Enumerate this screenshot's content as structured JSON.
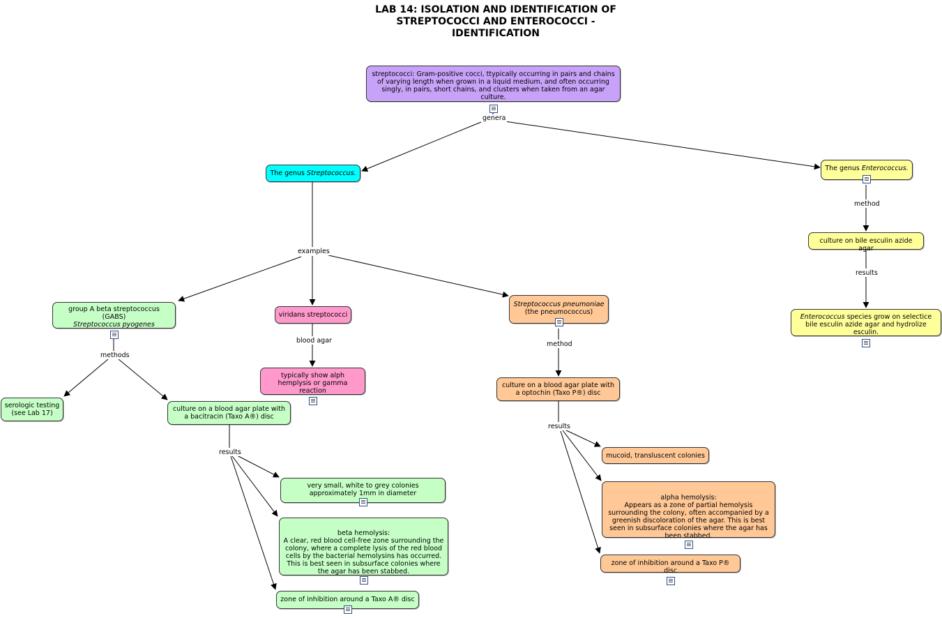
{
  "title": "LAB 14: ISOLATION AND IDENTIFICATION OF\nSTREPTOCOCCI AND ENTEROCOCCI -\nIDENTIFICATION",
  "nodes": {
    "root": "streptococci: Gram-positive cocci, ttypically occurring in pairs and chains of varying length when grown in a liquid medium, and often occurring singly, in pairs, short chains, and clusters when taken from an agar culture.",
    "genus_strep_pre": "The genus ",
    "genus_strep_it": "Streptococcus.",
    "genus_entero_pre": "The genus ",
    "genus_entero_it": "Enterococcus.",
    "bile_esculin": "culture on bile esculin azide agar",
    "entero_result_it": "Enterococcus",
    "entero_result": "  species grow on selectice bile esculin azide agar and hydrolize esculin.",
    "gabs_line1": "group A beta streptococcus (GABS)",
    "gabs_line2": "Streptococcus  pyogenes",
    "viridans": "viridans streptococci",
    "viridans_result": "typically show alph hemplysis or gamma reaction",
    "pneumo_it": "Streptococcus  pneumoniae",
    "pneumo_line2": "(the pneumococcus)",
    "optochin": "culture on a blood agar plate with a optochin (Taxo P®) disc",
    "serologic": "serologic testing (see Lab 17)",
    "bacitracin": "culture on a blood agar plate with a bacitracin (Taxo A®) disc",
    "small_colonies": "very small, white to grey colonies approximately 1mm in diameter",
    "beta_hemo": "beta hemolysis:\nA clear, red blood cell-free zone surrounding the colony, where a complete lysis of the red blood cells by the bacterial hemolysins has occurred. This is best seen in subsurface colonies where the agar has been stabbed.",
    "zone_a": "zone of inhibition around a Taxo A® disc",
    "mucoid": "mucoid, transluscent colonies",
    "alpha_hemo": "alpha hemolysis:\nAppears as a zone of partial hemolysis surrounding the colony, often accompanied by a greenish discoloration of the agar. This is best seen in subsurface colonies where the agar has been stabbed.",
    "zone_p": "zone of inhibition around a Taxo P® disc"
  },
  "links": {
    "genera": "genera",
    "examples": "examples",
    "method_entero": "method",
    "results_entero": "results",
    "methods_gabs": "methods",
    "blood_agar": "blood agar",
    "method_pneumo": "method",
    "results_gabs": "results",
    "results_pneumo": "results"
  },
  "colors": {
    "purple": "#c8a2f8",
    "cyan": "#00ffff",
    "yellow": "#ffff99",
    "green": "#c6ffc6",
    "pink": "#ff99cc",
    "orange": "#ffc896"
  }
}
